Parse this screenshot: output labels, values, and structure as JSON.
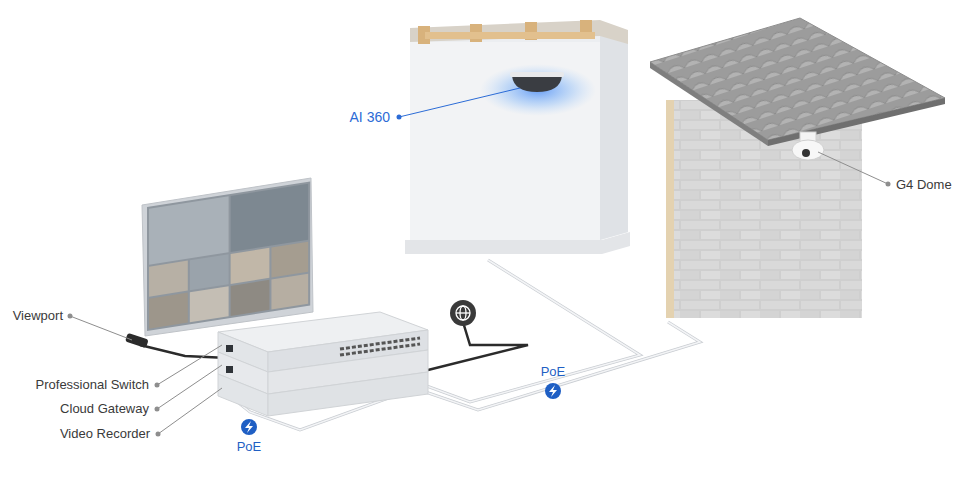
{
  "diagram": {
    "labels": [
      "AI 360",
      "G4 Dome",
      "Viewport",
      "Professional Switch",
      "Cloud Gateway",
      "Video Recorder",
      "PoE",
      "PoE"
    ]
  }
}
